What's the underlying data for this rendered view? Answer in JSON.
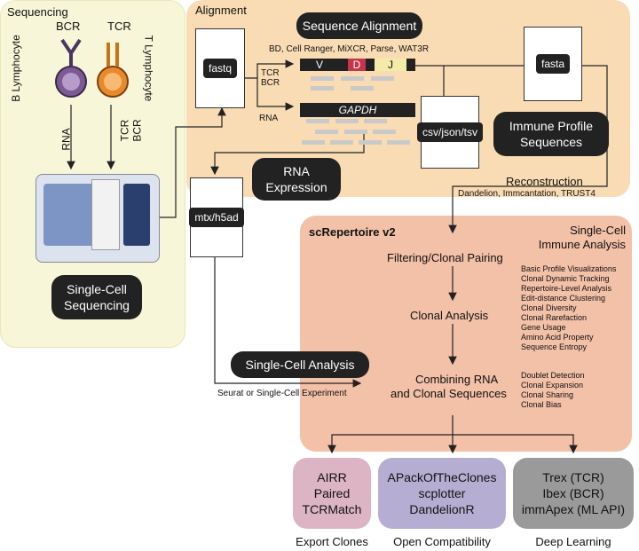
{
  "sequencing": {
    "title": "Sequencing",
    "bcr": "BCR",
    "tcr": "TCR",
    "b_lymphocyte": "B Lymphocyte",
    "t_lymphocyte": "T Lymphocyte",
    "rna": "RNA",
    "tcr_bcr": [
      "TCR",
      "BCR"
    ],
    "single_cell": [
      "Single-Cell",
      "Sequencing"
    ]
  },
  "alignment": {
    "title": "Alignment",
    "seq_alignment": "Sequence Alignment",
    "tools": "BD, Cell Ranger, MiXCR, Parse, WAT3R",
    "fastq": "fastq",
    "fasta": "fasta",
    "tcr_bcr": [
      "TCR",
      "BCR"
    ],
    "rna": "RNA",
    "v": "V",
    "d": "D",
    "j": "J",
    "gapdh": "GAPDH",
    "csv": "csv/json/tsv",
    "immune_profile": [
      "Immune Profile",
      "Sequences"
    ],
    "rna_expression": [
      "RNA",
      "Expression"
    ],
    "reconstruction": "Reconstruction",
    "recon_tools": "Dandelion, Immcantation, TRUST4",
    "mtx": "mtx/h5ad"
  },
  "screp": {
    "title": "scRepertoire v2",
    "immune_analysis": [
      "Single-Cell",
      "Immune Analysis"
    ],
    "filtering": "Filtering/Clonal Pairing",
    "clonal_analysis": "Clonal Analysis",
    "combining": [
      "Combining RNA",
      "and Clonal Sequences"
    ],
    "list1": [
      "Basic Profile Visualizations",
      "Clonal Dynamic Tracking",
      "Repertoire-Level Analysis",
      "Edit-distance Clustering",
      "Clonal Diversity",
      "Clonal Rarefaction",
      "Gene Usage",
      "Amino Acid Property",
      "Sequence Entropy"
    ],
    "list2": [
      "Doublet Detection",
      "Clonal Expansion",
      "Clonal Sharing",
      "Clonal Bias"
    ]
  },
  "single_cell_analysis": "Single-Cell Analysis",
  "seurat": "Seurat or Single-Cell Experiment",
  "outputs": [
    {
      "lines": [
        "AIRR",
        "Paired",
        "TCRMatch"
      ],
      "label": "Export Clones",
      "color": "#dcb4c4"
    },
    {
      "lines": [
        "APackOfTheClones",
        "scplotter",
        "DandelionR"
      ],
      "label": "Open Compatibility",
      "color": "#b6aed2"
    },
    {
      "lines": [
        "Trex (TCR)",
        "Ibex (BCR)",
        "immApex (ML API)"
      ],
      "label": "Deep Learning",
      "color": "#9a9a9a"
    }
  ]
}
